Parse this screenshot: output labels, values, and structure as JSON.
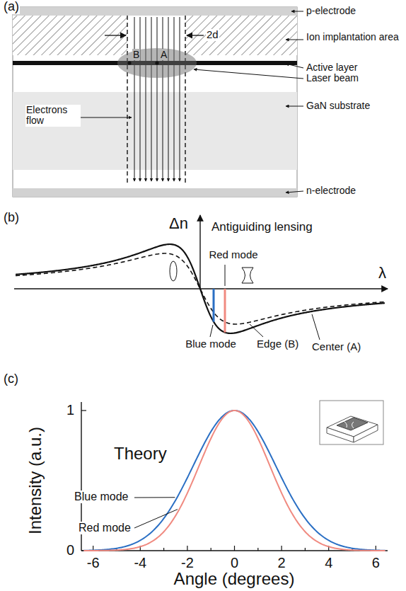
{
  "diagram": {
    "nodes": [
      {
        "text": [
          "B",
          "A"
        ]
      }
    ],
    "labels": [
      "(a)",
      "p-electrode",
      "Ion implantation area",
      "Active layer",
      "Laser beam",
      "Electrons flow",
      "GaN substrate",
      "n-electrode",
      "2d",
      "(b)",
      "Δn",
      "Antiguiding lensing",
      "λ",
      "Red mode",
      "Blue mode",
      "Edge (B)",
      "Center (A)",
      "(c)",
      "1",
      "0",
      "Intensity (a.u.)",
      "Theory",
      "Blue mode",
      "Red mode",
      "-6",
      "-4",
      "-2",
      "0",
      "2",
      "4",
      "6",
      "Angle (degrees)"
    ]
  }
}
